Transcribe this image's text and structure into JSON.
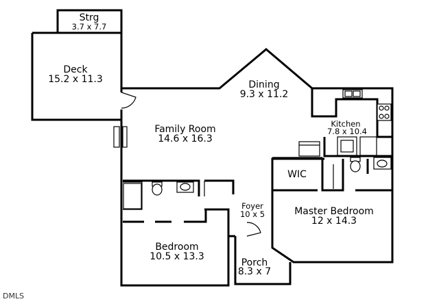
{
  "rooms": {
    "storage": {
      "name": "Strg",
      "dims": "3.7 x 7.7"
    },
    "deck": {
      "name": "Deck",
      "dims": "15.2 x 11.3"
    },
    "dining": {
      "name": "Dining",
      "dims": "9.3 x 11.2"
    },
    "family": {
      "name": "Family Room",
      "dims": "14.6 x 16.3"
    },
    "kitchen": {
      "name": "Kitchen",
      "dims": "7.8 x 10.4"
    },
    "wic": {
      "name": "WIC"
    },
    "foyer": {
      "name": "Foyer",
      "dims": "10 x 5"
    },
    "master": {
      "name": "Master Bedroom",
      "dims": "12 x 14.3"
    },
    "bedroom": {
      "name": "Bedroom",
      "dims": "10.5 x 13.3"
    },
    "porch": {
      "name": "Porch",
      "dims": "8.3 x 7"
    }
  },
  "watermark": "DMLS"
}
